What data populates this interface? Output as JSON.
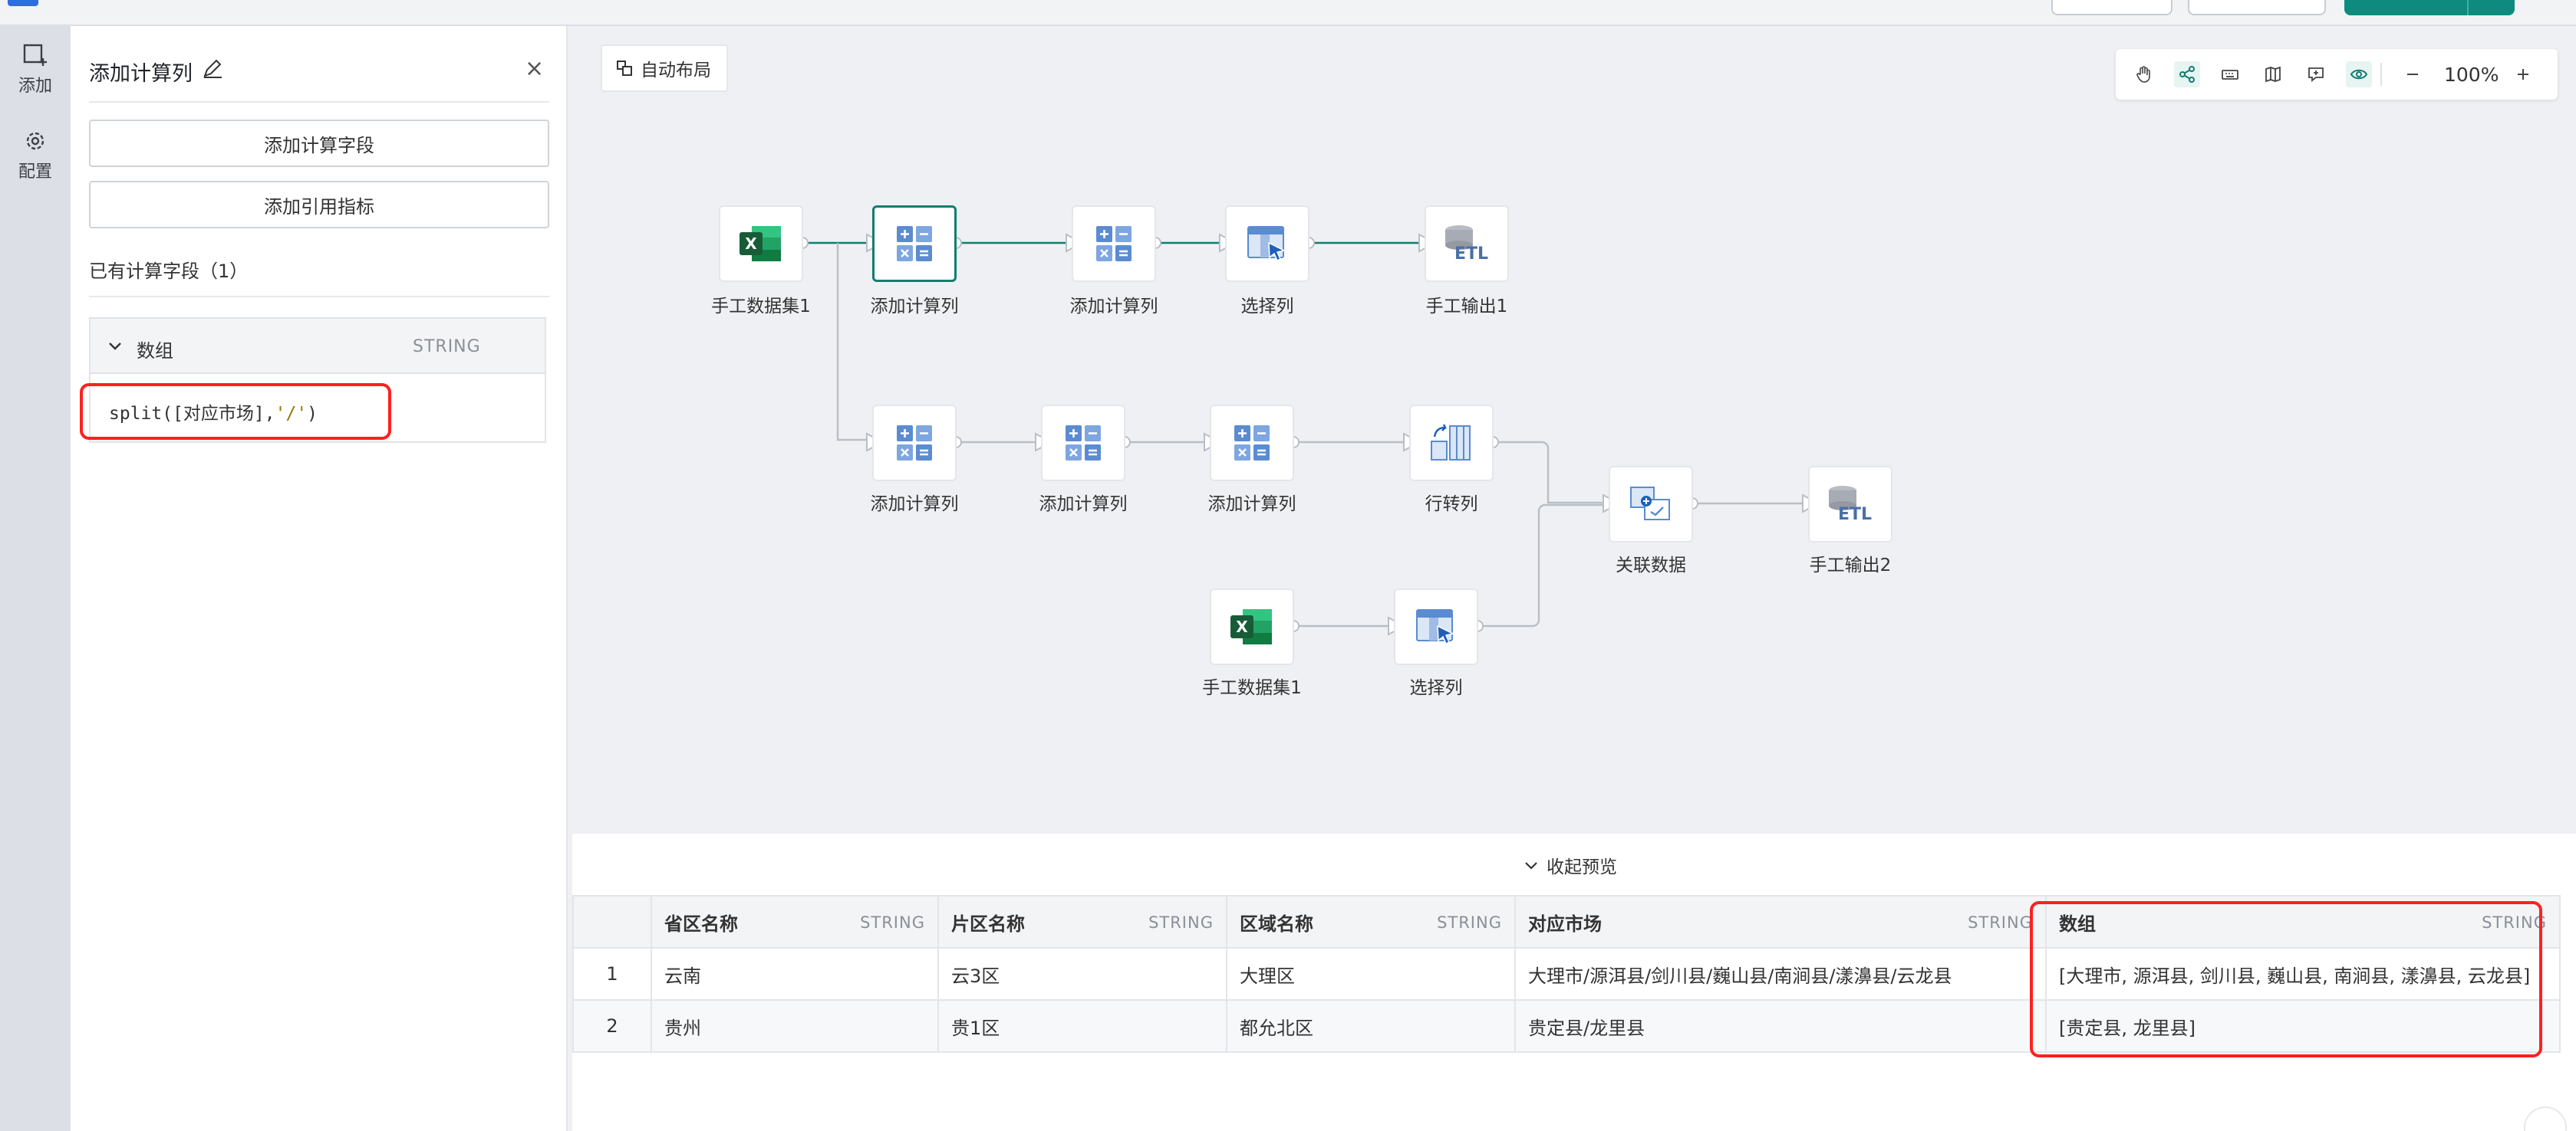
{
  "rail": {
    "add_label": "添加",
    "config_label": "配置"
  },
  "panel": {
    "title": "添加计算列",
    "add_calc_field": "添加计算字段",
    "add_ref_metric": "添加引用指标",
    "field_count": "已有计算字段（1）",
    "field": {
      "name": "数组",
      "type": "STRING",
      "formula_prefix": "split([对应市场],",
      "formula_string": "'/'",
      "formula_suffix": ")"
    }
  },
  "canvas": {
    "auto_layout": "自动布局",
    "zoom": "100%",
    "nodes": {
      "n1": "手工数据集1",
      "n2": "添加计算列",
      "n3": "添加计算列",
      "n4": "选择列",
      "n5": "手工输出1",
      "n6": "添加计算列",
      "n7": "添加计算列",
      "n8": "添加计算列",
      "n9": "行转列",
      "n10": "关联数据",
      "n11": "手工输出2",
      "n12": "手工数据集1",
      "n13": "选择列"
    }
  },
  "preview": {
    "collapse_label": "收起预览",
    "columns": [
      {
        "name": "",
        "type": ""
      },
      {
        "name": "省区名称",
        "type": "STRING"
      },
      {
        "name": "片区名称",
        "type": "STRING"
      },
      {
        "name": "区域名称",
        "type": "STRING"
      },
      {
        "name": "对应市场",
        "type": "STRING"
      },
      {
        "name": "数组",
        "type": "STRING"
      }
    ],
    "rows": [
      [
        "1",
        "云南",
        "云3区",
        "大理区",
        "大理市/源洱县/剑川县/巍山县/南涧县/漾濞县/云龙县",
        "[大理市, 源洱县, 剑川县, 巍山县, 南涧县, 漾濞县, 云龙县]"
      ],
      [
        "2",
        "贵州",
        "贵1区",
        "都允北区",
        "贵定县/龙里县",
        "[贵定县, 龙里县]"
      ]
    ]
  },
  "colors": {
    "accent": "#117d70",
    "highlight": "#ff2020",
    "edge_active": "#117d70",
    "edge_default": "#b9bec6"
  }
}
